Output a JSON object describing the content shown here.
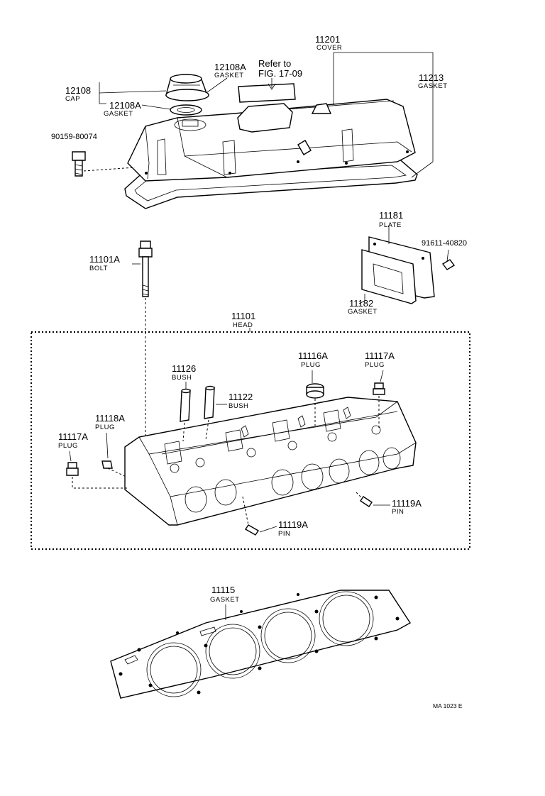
{
  "diagram": {
    "callouts": {
      "cover": {
        "number": "11201",
        "name": "COVER"
      },
      "cover_gasket": {
        "number": "11213",
        "name": "GASKET"
      },
      "cap": {
        "number": "12108",
        "name": "CAP"
      },
      "cap_gasket_top": {
        "number": "12108A",
        "name": "GASKET"
      },
      "cap_gasket_side": {
        "number": "12108A",
        "name": "GASKET"
      },
      "cover_bolt": {
        "number": "90159-80074"
      },
      "refer_line1": "Refer to",
      "refer_line2": "FIG. 17-09",
      "plate": {
        "number": "11181",
        "name": "PLATE"
      },
      "plate_screw": {
        "number": "91611-40820"
      },
      "plate_gasket": {
        "number": "11182",
        "name": "GASKET"
      },
      "head_bolt": {
        "number": "11101A",
        "name": "BOLT"
      },
      "head": {
        "number": "11101",
        "name": "HEAD"
      },
      "bush_1": {
        "number": "11126",
        "name": "BUSH"
      },
      "bush_2": {
        "number": "11122",
        "name": "BUSH"
      },
      "plug_116": {
        "number": "11116A",
        "name": "PLUG"
      },
      "plug_117_right": {
        "number": "11117A",
        "name": "PLUG"
      },
      "plug_118": {
        "number": "11118A",
        "name": "PLUG"
      },
      "plug_117_left": {
        "number": "11117A",
        "name": "PLUG"
      },
      "pin_right": {
        "number": "11119A",
        "name": "PIN"
      },
      "pin_bottom": {
        "number": "11119A",
        "name": "PIN"
      },
      "head_gasket": {
        "number": "11115",
        "name": "GASKET"
      }
    },
    "drawing_code": "MA 1023 E"
  }
}
